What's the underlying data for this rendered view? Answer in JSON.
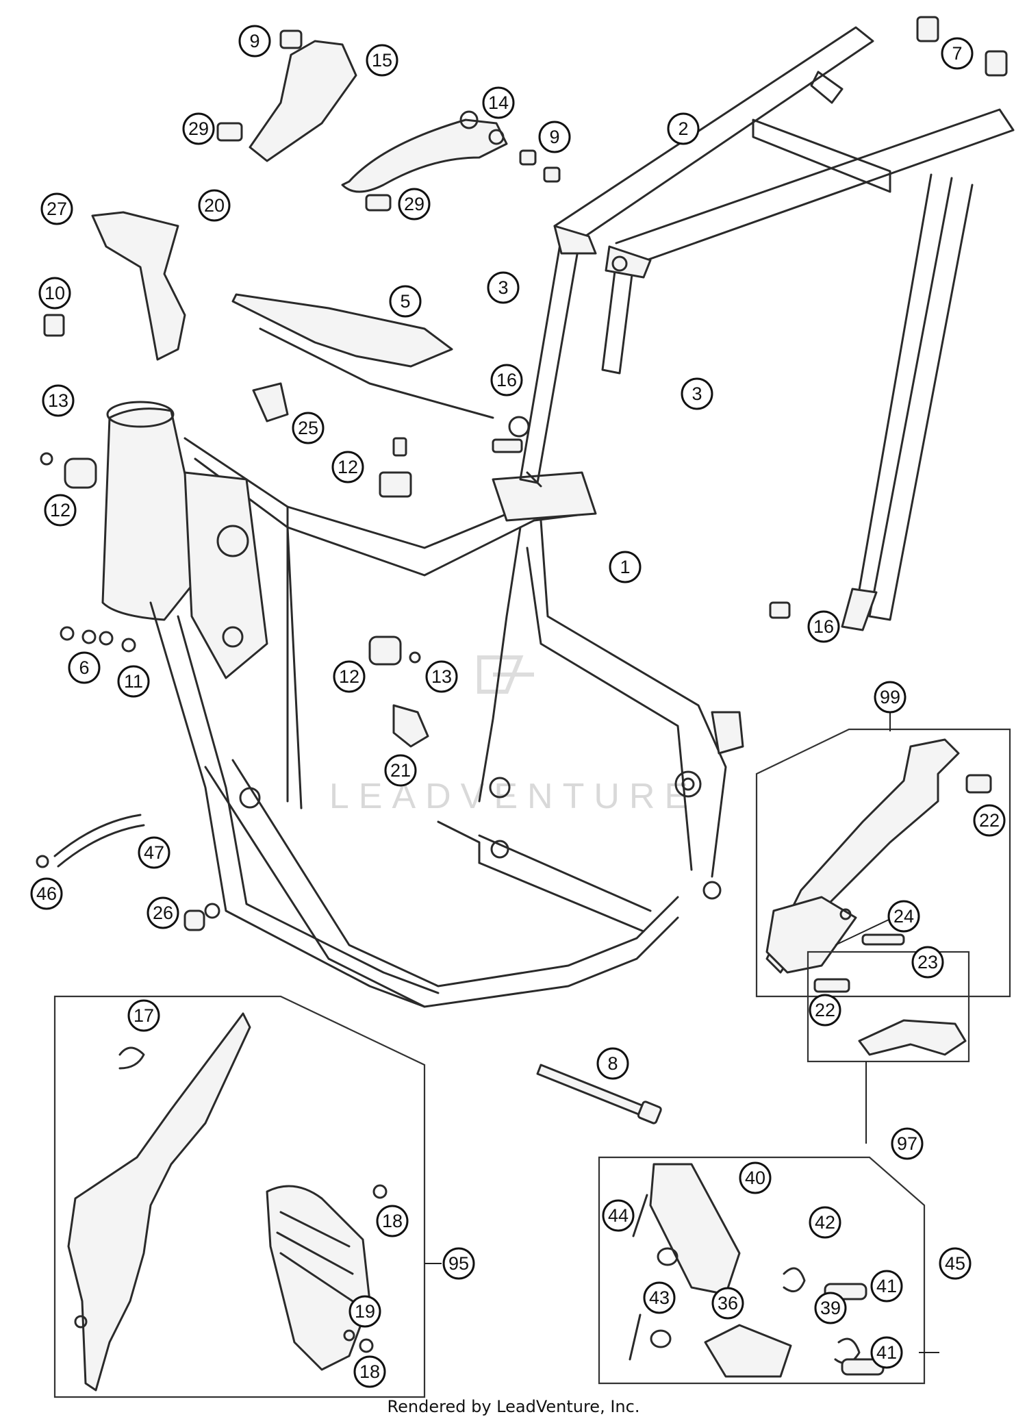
{
  "footer": {
    "credit": "Rendered by LeadVenture, Inc."
  },
  "watermark": {
    "text": "LEADVENTURE"
  },
  "callouts": [
    "9",
    "15",
    "29",
    "14",
    "9",
    "29",
    "27",
    "20",
    "10",
    "5",
    "3",
    "3",
    "16",
    "25",
    "13",
    "12",
    "12",
    "2",
    "7",
    "1",
    "16",
    "6",
    "11",
    "12",
    "13",
    "21",
    "47",
    "46",
    "26",
    "99",
    "22",
    "24",
    "23",
    "17",
    "8",
    "22",
    "97",
    "40",
    "44",
    "42",
    "41",
    "18",
    "95",
    "43",
    "36",
    "39",
    "19",
    "18",
    "41",
    "45"
  ],
  "colors": {
    "line": "#2a2a2a",
    "background": "#ffffff",
    "watermark": "#d9d9d9"
  }
}
